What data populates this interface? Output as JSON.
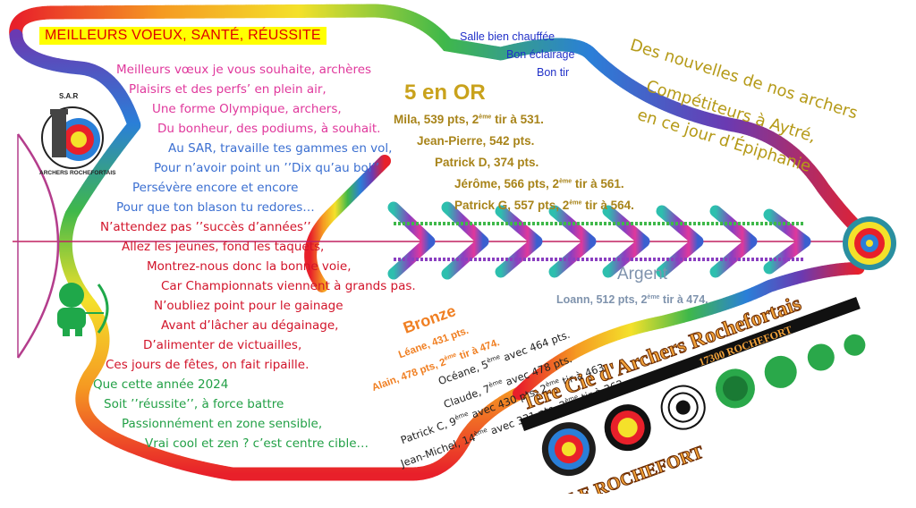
{
  "banner": "MEILLEURS VOEUX, SANTÉ, RÉUSSITE",
  "poem": [
    {
      "text": "Meilleurs vœux je vous souhaite, archères",
      "color": "pink"
    },
    {
      "text": "Plaisirs et des perfs’ en plein air,",
      "color": "pink"
    },
    {
      "text": "Une forme Olympique, archers,",
      "color": "pink"
    },
    {
      "text": "Du bonheur, des podiums, à souhait.",
      "color": "pink"
    },
    {
      "text": "Au SAR, travaille tes gammes en vol,",
      "color": "blue"
    },
    {
      "text": "Pour n’avoir point un ’’Dix qu’au bol’’",
      "color": "blue"
    },
    {
      "text": "Persévère encore et encore",
      "color": "blue"
    },
    {
      "text": "Pour que ton blason tu redores…",
      "color": "blue"
    },
    {
      "text": "N’attendez pas ’’succès d’années’’",
      "color": "red"
    },
    {
      "text": "Allez les jeunes, fond les taquets,",
      "color": "red"
    },
    {
      "text": "Montrez-nous donc la bonne voie,",
      "color": "red"
    },
    {
      "text": "Car Championnats viennent à grands pas.",
      "color": "red"
    },
    {
      "text": "N’oubliez point pour le gainage",
      "color": "red"
    },
    {
      "text": "Avant d’lâcher au dégainage,",
      "color": "red"
    },
    {
      "text": "D’alimenter de victuailles,",
      "color": "red"
    },
    {
      "text": "Ces jours de fêtes, on fait ripaille.",
      "color": "red"
    },
    {
      "text": "Que cette année 2024",
      "color": "green"
    },
    {
      "text": "Soit ’’réussite’’, à force battre",
      "color": "green"
    },
    {
      "text": "Passionnément en zone sensible,",
      "color": "green"
    },
    {
      "text": "Vrai cool et zen ? c’est centre cible…",
      "color": "green"
    }
  ],
  "top_right": [
    "Salle bien chauffée",
    "Bon éclairage",
    "Bon tir"
  ],
  "news": [
    "Des nouvelles de nos archers",
    "Compétiteurs à Aytré,",
    "en ce jour d’Épiphanie"
  ],
  "gold": {
    "title": "5 en OR",
    "lines": [
      [
        "Mila, 539 pts, 2",
        "ème",
        " tir à 531."
      ],
      [
        "Jean-Pierre, 542 pts.",
        "",
        ""
      ],
      [
        "Patrick D, 374 pts.",
        "",
        ""
      ],
      [
        "Jérôme, 566 pts, 2",
        "ème",
        " tir à 561."
      ],
      [
        "Patrick G, 557 pts, 2",
        "ème",
        " tir à 564."
      ]
    ]
  },
  "silver": {
    "title": "Argent",
    "line": [
      "Loann, 512 pts, 2",
      "ème",
      " tir à 474."
    ]
  },
  "bronze": {
    "title": "Bronze",
    "lines": [
      [
        "Léane, 431 pts.",
        "",
        ""
      ],
      [
        "Alain, 478 pts, 2",
        "ème",
        " tir à 474."
      ]
    ]
  },
  "others": [
    [
      "Océane, 5",
      "ème",
      " avec 464 pts."
    ],
    [
      "Claude, 7",
      "ème",
      " avec 478 pts."
    ],
    [
      "Patrick C, 9",
      "ème",
      " avec 430 pts, 2",
      "ème",
      " tir à 463."
    ],
    [
      "Jean-Michel, 14",
      "ème",
      " avec 331 pts, 2",
      "ème",
      " tir à 362."
    ]
  ],
  "logo": {
    "top": "S.A.R",
    "bottom": "ARCHERS ROCHEFORTAIS"
  },
  "stamp": {
    "line1": "1ère Cie d'Archers Rochefortais",
    "line2": "LE ROCHEFORT",
    "line3": "17300 ROCHEFORT"
  },
  "colors": {
    "pink": "#e0389c",
    "blue": "#3b6fd1",
    "red": "#d2142a",
    "green": "#22a046"
  }
}
